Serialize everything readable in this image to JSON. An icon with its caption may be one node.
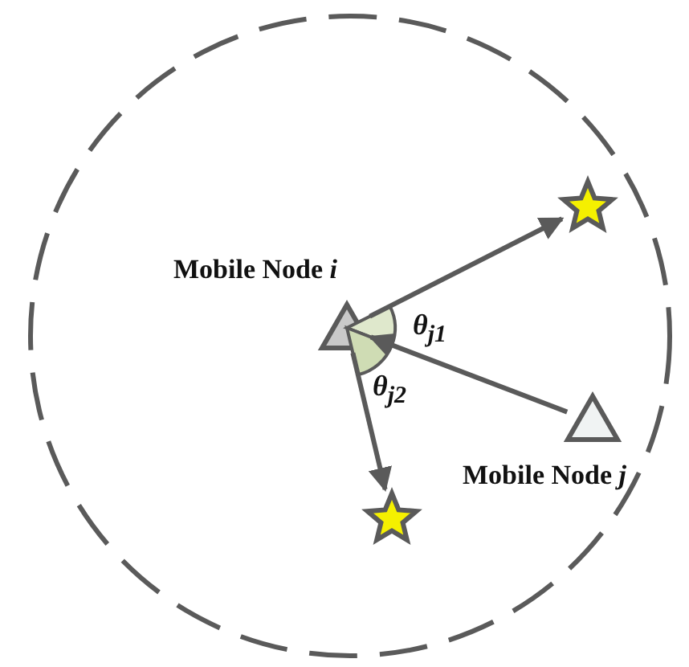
{
  "diagram": {
    "nodes": [
      {
        "text": [],
        "shape": "circle"
      },
      {
        "text": [],
        "shape": "star",
        "in": 0
      },
      {
        "text": [
          "Mobile Node *i*"
        ],
        "in": 0
      },
      {
        "text": [
          "Mobile Node *j*"
        ],
        "in": 0
      },
      {
        "text": [],
        "shape": "star",
        "in": 0
      }
    ],
    "edges": [
      {
        "from": 2,
        "to": 1,
        "arrow": "to"
      },
      {
        "from": 3,
        "to": 2,
        "arrow": "to"
      },
      {
        "from": 2,
        "to": 4,
        "arrow": "to"
      }
    ],
    "labels": [
      "θ$_{j1}$",
      "θ$_{j2}$"
    ]
  }
}
